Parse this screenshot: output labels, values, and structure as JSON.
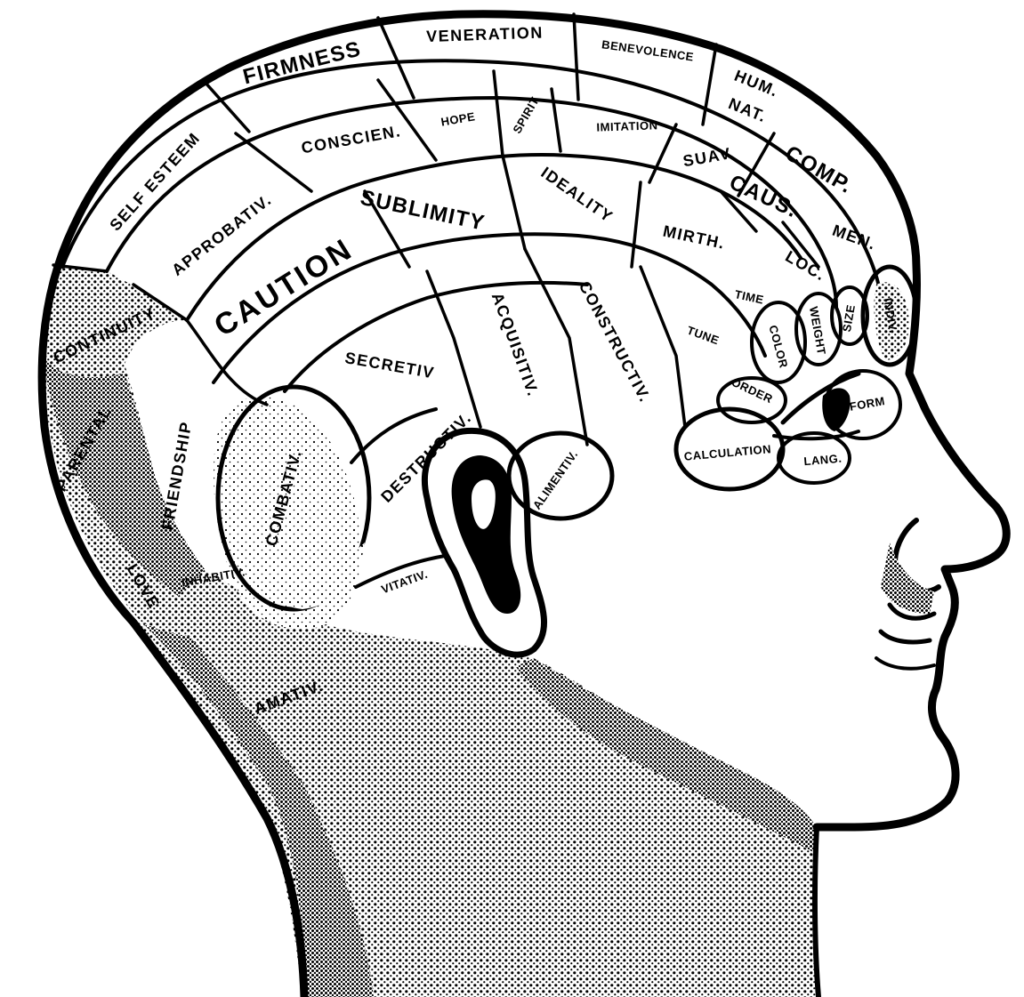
{
  "colors": {
    "ink": "#000000",
    "paper": "#ffffff"
  },
  "organs": {
    "firmness": "FIRMNESS",
    "veneration": "VENERATION",
    "benevolence": "BENEVOLENCE",
    "hum_nat_1": "HUM.",
    "hum_nat_2": "NAT.",
    "self_esteem": "SELF ESTEEM",
    "conscien": "CONSCIEN.",
    "hope": "HOPE",
    "spirit": "SPIRIT",
    "imitation": "IMITATION",
    "suav": "SUAV",
    "comp": "COMP.",
    "approbativ": "APPROBATIV.",
    "sublimity": "SUBLIMITY",
    "ideality": "IDEALITY",
    "mirth": "MIRTH.",
    "caus": "CAUS.",
    "caution": "CAUTION",
    "loc": "LOC.",
    "men": "MEN.",
    "time": "TIME",
    "tune": "TUNE",
    "continuity": "CONTINUITY",
    "secretiv": "SECRETIV",
    "acquisitiv": "ACQUISITIV.",
    "constructiv": "CONSTRUCTIV.",
    "order": "ORDER",
    "color": "COLOR",
    "weight": "WEIGHT",
    "size": "SIZE",
    "form": "FORM",
    "indiv": "INDIV.",
    "calculation": "CALCULATION",
    "lang": "LANG.",
    "combativ": "COMBATIV.",
    "destructiv": "DESTRUCTIV.",
    "alimentiv": "ALIMENTIV.",
    "friendship": "FRIENDSHIP",
    "parental": "PARENTAL",
    "inhabitiv": "INHABITIV.",
    "vitativ": "VITATIV.",
    "amativ": "AMATIV.",
    "love": "LOVE"
  }
}
